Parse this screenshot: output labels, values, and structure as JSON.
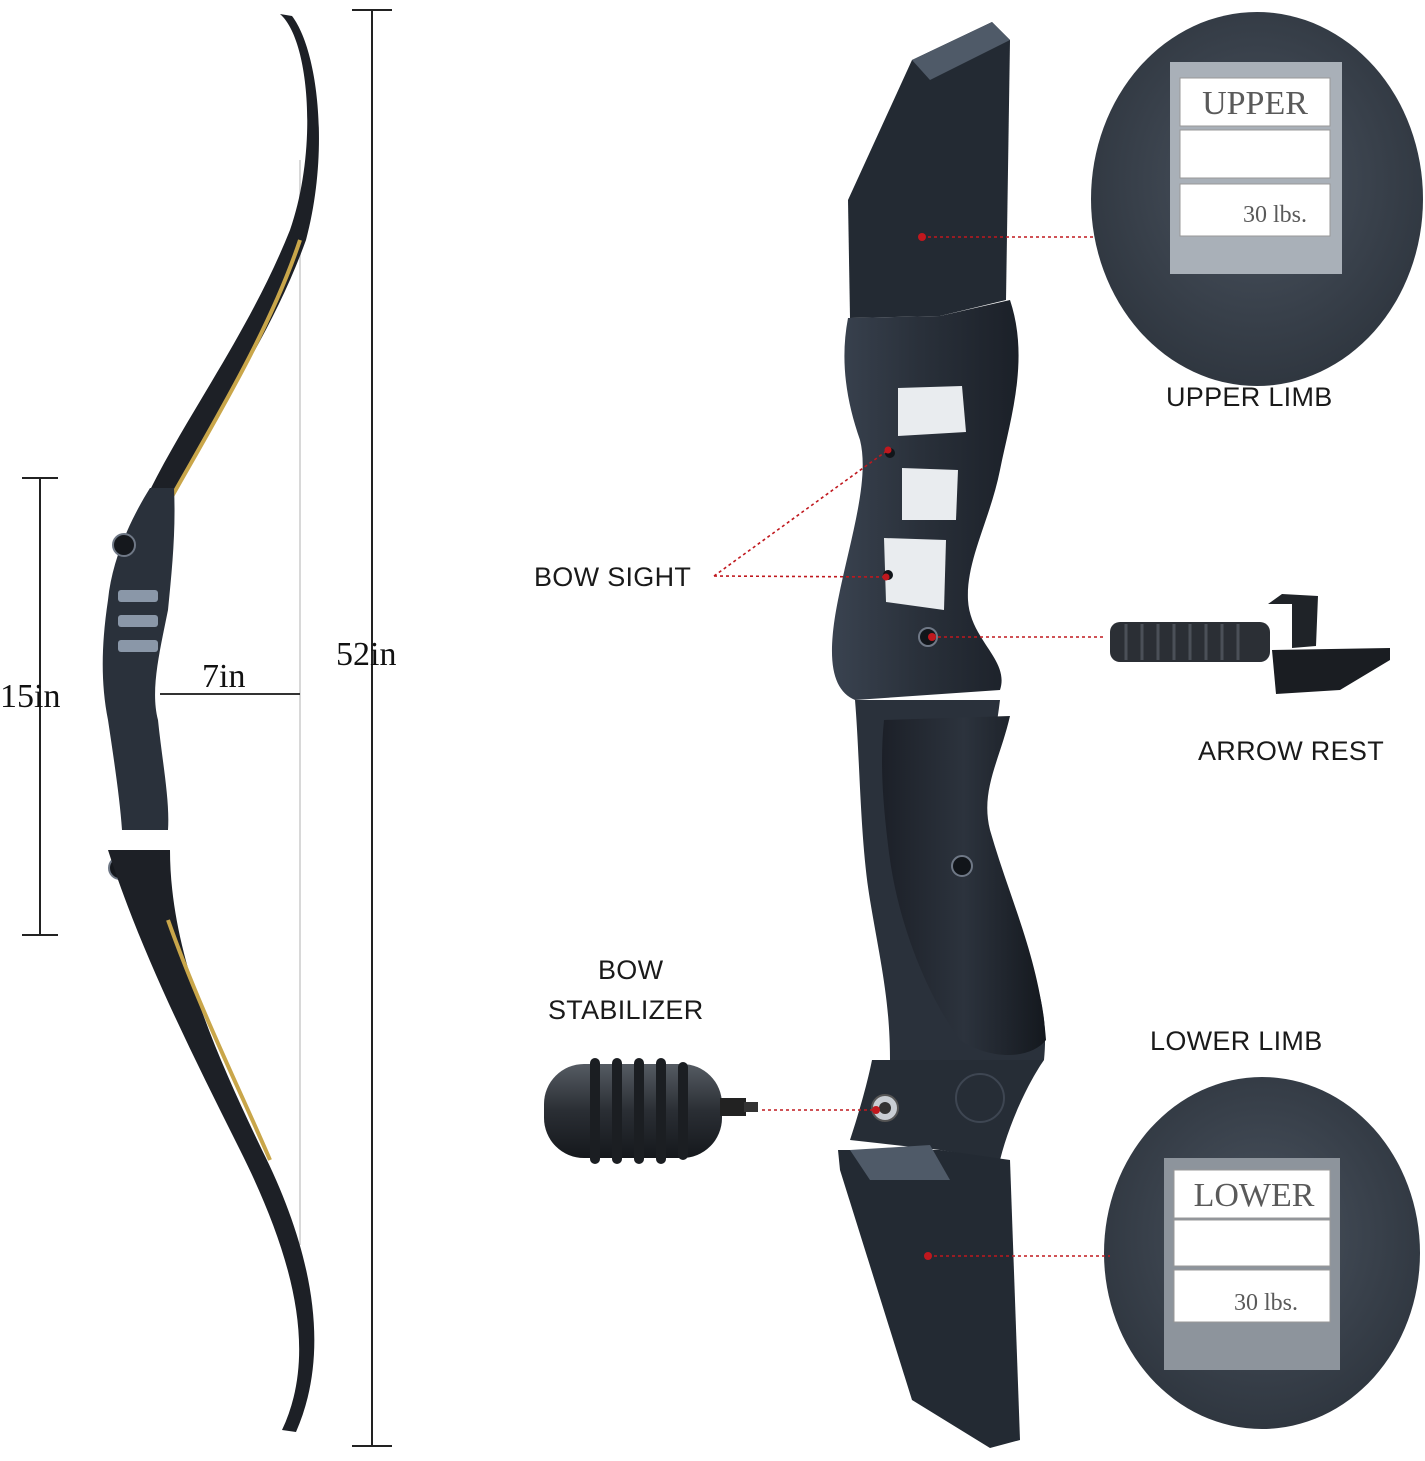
{
  "dimensions": {
    "total_length": "52in",
    "riser_length": "15in",
    "brace_height": "7in"
  },
  "callouts": {
    "upper_limb": "UPPER LIMB",
    "bow_sight": "BOW SIGHT",
    "arrow_rest": "ARROW REST",
    "bow_stabilizer_line1": "BOW",
    "bow_stabilizer_line2": "STABILIZER",
    "lower_limb": "LOWER LIMB"
  },
  "limb_tags": {
    "upper": {
      "title": "UPPER",
      "weight": "30  lbs."
    },
    "lower": {
      "title": "LOWER",
      "weight": "30  lbs."
    }
  },
  "colors": {
    "riser": "#2a313b",
    "riser_highlight": "#4f5a68",
    "limb": "#1d2026",
    "limb_edge": "#c9a64a",
    "leader_line": "#c0181e",
    "zoom_circle": "#3a424d"
  }
}
